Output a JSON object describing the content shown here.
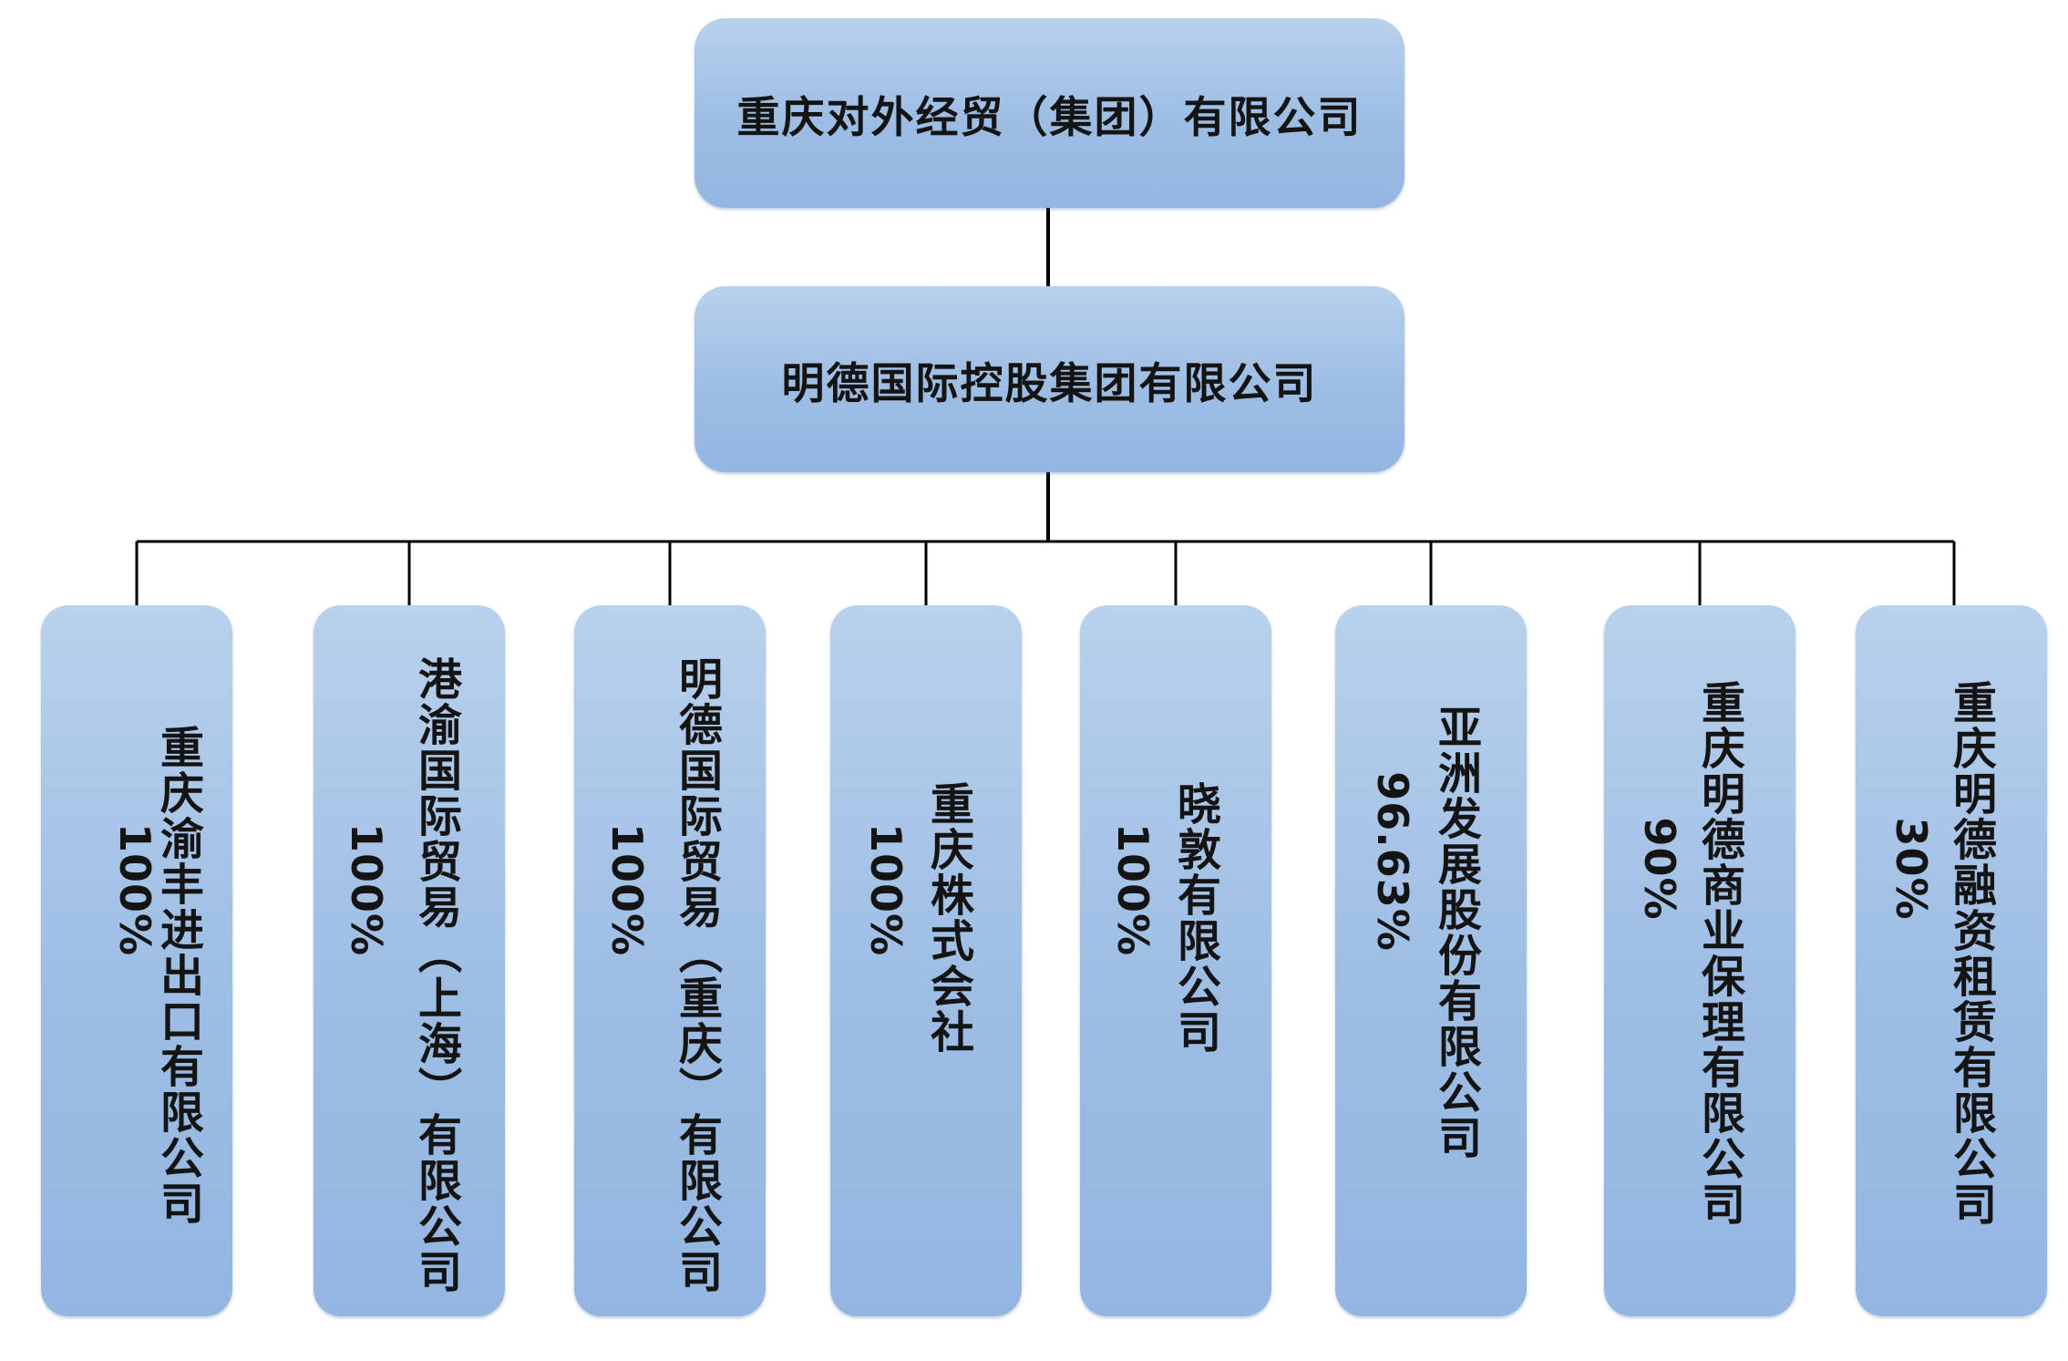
{
  "parent": {
    "name": "重庆对外经贸（集团）有限公司"
  },
  "holding": {
    "name": "明德国际控股集团有限公司"
  },
  "subsidiaries": [
    {
      "name": "重庆渝丰进出口有限公司",
      "pct": "100%"
    },
    {
      "name": "港渝国际贸易（上海）有限公司",
      "pct": "100%"
    },
    {
      "name": "明德国际贸易（重庆）有限公司",
      "pct": "100%"
    },
    {
      "name": "重庆株式会社",
      "pct": "100%"
    },
    {
      "name": "晓敦有限公司",
      "pct": "100%"
    },
    {
      "name": "亚洲发展股份有限公司",
      "pct": "96.63%"
    },
    {
      "name": "重庆明德商业保理有限公司",
      "pct": "90%"
    },
    {
      "name": "重庆明德融资租赁有限公司",
      "pct": "30%"
    }
  ],
  "colors": {
    "box_fill_top": "#b8d1ec",
    "box_fill_bottom": "#93b6e1",
    "line": "#000000",
    "text": "#141414"
  }
}
